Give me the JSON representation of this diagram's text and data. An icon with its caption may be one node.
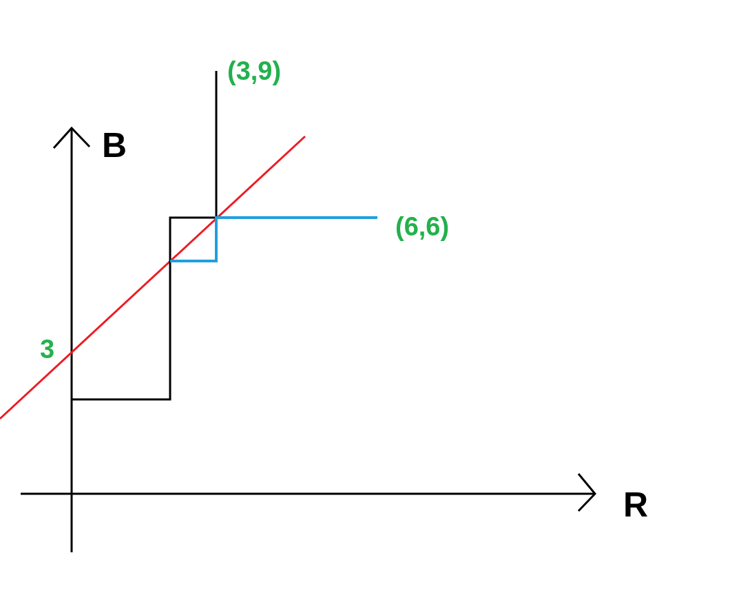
{
  "diagram": {
    "labels": [
      "(3,9)",
      "B",
      "(6,6)",
      "3",
      "R"
    ]
  }
}
